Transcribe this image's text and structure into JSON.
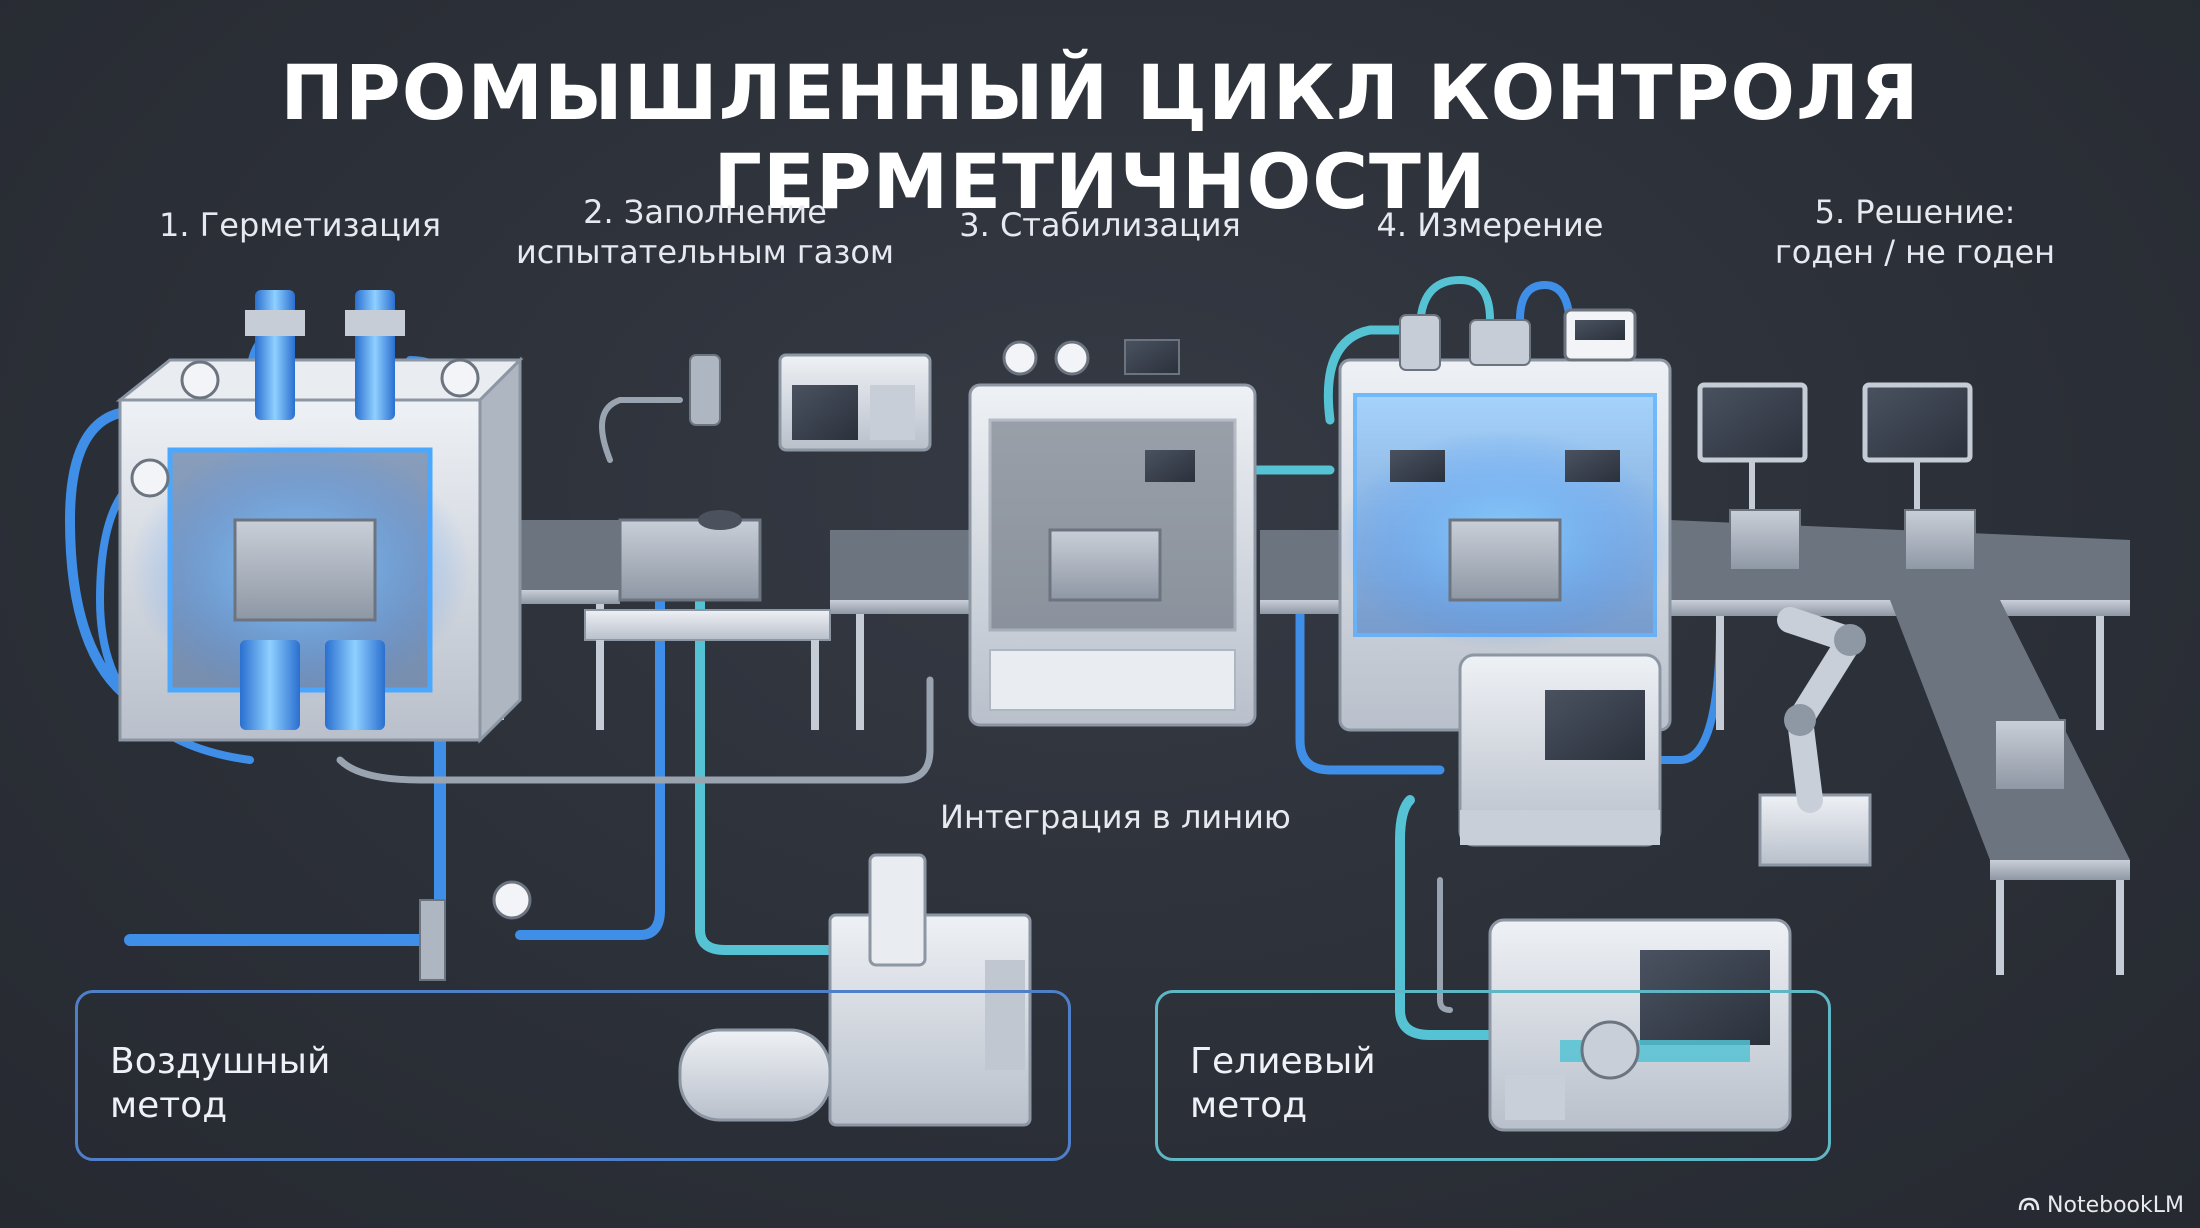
{
  "title": "ПРОМЫШЛЕННЫЙ ЦИКЛ КОНТРОЛЯ ГЕРМЕТИЧНОСТИ",
  "steps": [
    {
      "lines": [
        "1. Герметизация"
      ]
    },
    {
      "lines": [
        "2. Заполнение",
        "испытательным газом"
      ]
    },
    {
      "lines": [
        "3. Стабилизация"
      ]
    },
    {
      "lines": [
        "4. Измерение"
      ]
    },
    {
      "lines": [
        "5. Решение:",
        "годен / не годен"
      ]
    }
  ],
  "integration_label": "Интеграция в линию",
  "methods": [
    {
      "lines": [
        "Воздушный",
        "метод"
      ],
      "color": "#4f7fc9"
    },
    {
      "lines": [
        "Гелиевый",
        "метод"
      ],
      "color": "#5fb6c4"
    }
  ],
  "brand": "NotebookLM",
  "colors": {
    "background": "#2b2f37",
    "air_pipe": "#3f8ee8",
    "helium_pipe": "#55c3d3",
    "glow": "#4aa8ff",
    "machine": "#dfe3ea"
  }
}
